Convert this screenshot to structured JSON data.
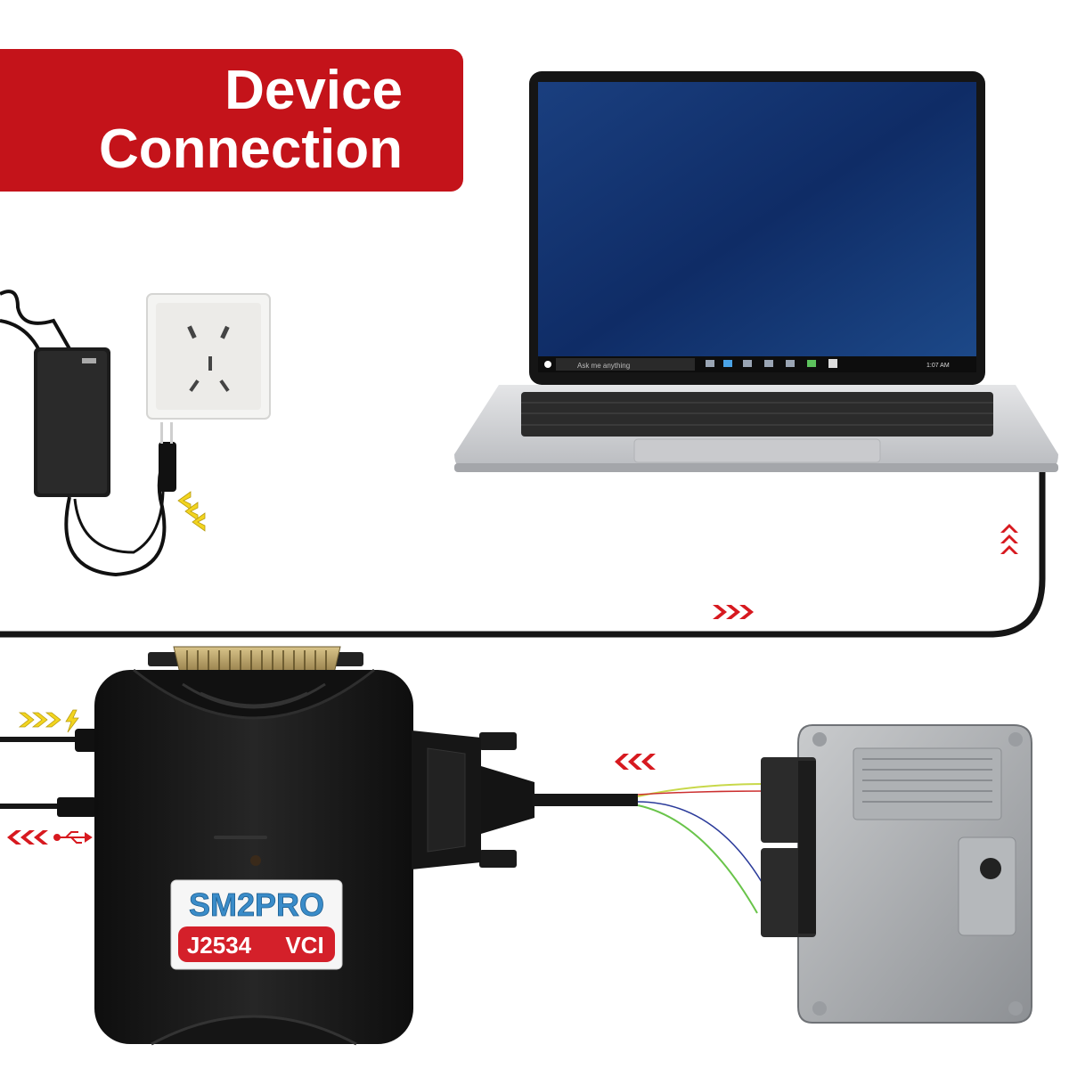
{
  "banner": {
    "line1": "Device",
    "line2": "Connection"
  },
  "device": {
    "brand": "SM2PRO",
    "model_left": "J2534",
    "model_right": "VCI"
  },
  "laptop": {
    "search_placeholder": "Ask me anything",
    "clock": "1:07 AM"
  },
  "colors": {
    "banner_red": "#c4131a",
    "arrow_red": "#d7191f",
    "arrow_yellow": "#f2d41f",
    "device_black": "#1a1a1a",
    "label_blue": "#3a8cc9",
    "label_red": "#d4202a",
    "screen_blue": "#0f2f6b"
  },
  "icons": [
    "power-adapter-icon",
    "wall-socket-icon",
    "lightning-icon",
    "usb-icon",
    "ecu-module-icon",
    "laptop-icon"
  ]
}
